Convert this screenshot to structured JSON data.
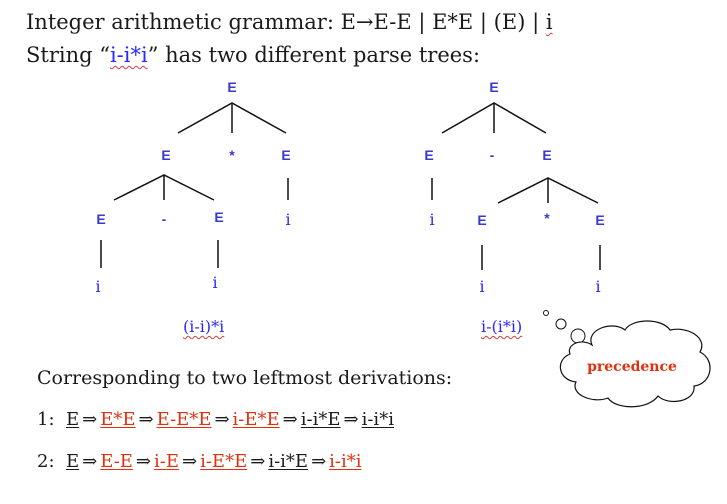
{
  "heading": {
    "line1_prefix": "Integer arithmetic grammar: E",
    "line1_arrow": "→",
    "line1_rule": "E-E | E*E | (E) | ",
    "line1_i": "i",
    "line2_prefix": "String “",
    "line2_string": "i-i*i",
    "line2_suffix": "” has two different parse trees:"
  },
  "trees": {
    "left": {
      "root": "E",
      "level1": [
        "E",
        "*",
        "E"
      ],
      "level2": [
        "E",
        "-",
        "E",
        "i"
      ],
      "leaves": [
        "i",
        "i"
      ],
      "caption": "(i-i)*i"
    },
    "right": {
      "root": "E",
      "level1": [
        "E",
        "-",
        "E"
      ],
      "level2": [
        "i",
        "E",
        "*",
        "E"
      ],
      "leaves": [
        "i",
        "i"
      ],
      "caption": "i-(i*i)"
    }
  },
  "callout": {
    "text": "precedence",
    "color": "#e03010"
  },
  "derivations": {
    "title": "Corresponding to two leftmost derivations:",
    "arrow": "⇒",
    "d1": {
      "num": "1:",
      "steps": [
        "E",
        "E*E",
        "E-E*E",
        "i-E*E",
        "i-i*E",
        "i-i*i"
      ]
    },
    "d2": {
      "num": "2:",
      "steps": [
        "E",
        "E-E",
        "i-E",
        "i-E*E",
        "i-i*E",
        "i-i*i"
      ]
    }
  },
  "colors": {
    "text": "#1a1a1a",
    "blue": "#2a2aff",
    "red": "#e03010"
  }
}
